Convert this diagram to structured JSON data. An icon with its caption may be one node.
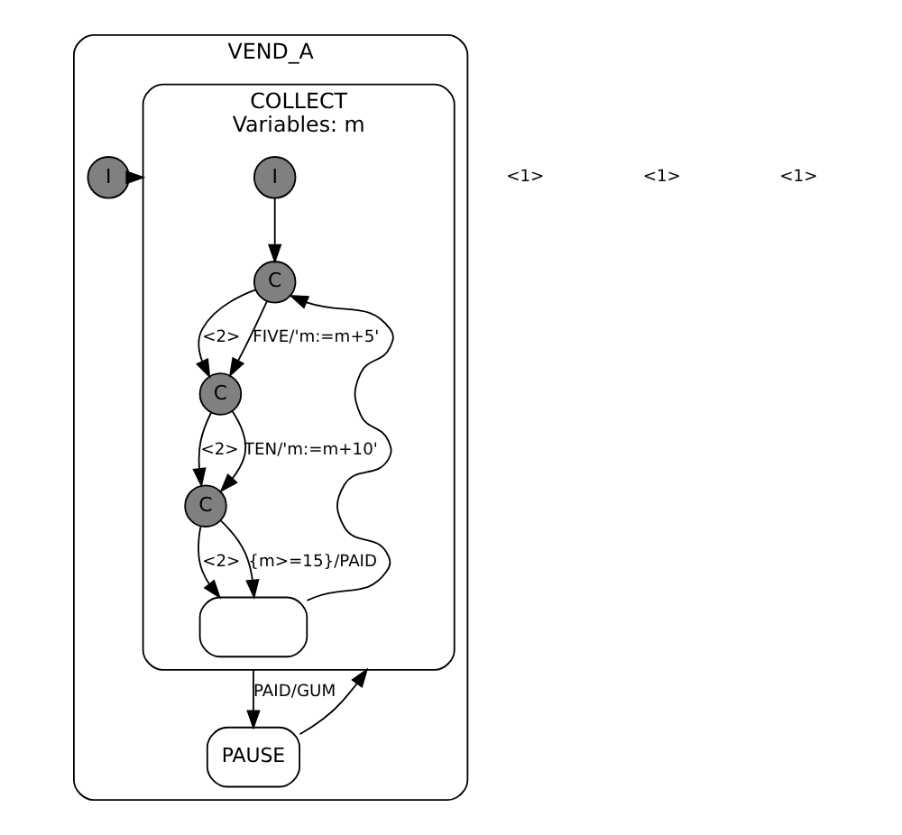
{
  "diagram": {
    "nodes": [
      {
        "text": [
          "VEND_A"
        ]
      },
      {
        "text": [
          "COLLECT",
          "Variables: m"
        ],
        "in": 0
      },
      {
        "text": [
          "I"
        ],
        "in": 0
      },
      {
        "text": [
          "I"
        ],
        "in": 1
      },
      {
        "text": [
          "C"
        ],
        "in": 1
      },
      {
        "text": [
          "C"
        ],
        "in": 1
      },
      {
        "text": [
          "C"
        ],
        "in": 1
      },
      {
        "text": [],
        "shape": "box",
        "in": 1
      },
      {
        "text": [
          "PAUSE"
        ],
        "in": 0
      }
    ],
    "edges": [
      {
        "from": 2,
        "to": 1,
        "arrow": "to"
      },
      {
        "from": 1,
        "to": 8,
        "arrow": "to",
        "label": "PAID/GUM"
      },
      {
        "from": 8,
        "to": 1,
        "arrow": "to"
      },
      {
        "from": 3,
        "to": 4,
        "arrow": "to"
      },
      {
        "from": 4,
        "to": 5,
        "arrow": "to",
        "label": "<2>"
      },
      {
        "from": 4,
        "to": 5,
        "arrow": "to",
        "label": "FIVE/'m:=m+5'"
      },
      {
        "from": 5,
        "to": 6,
        "arrow": "to",
        "label": "<2>"
      },
      {
        "from": 5,
        "to": 6,
        "arrow": "to",
        "label": "TEN/'m:=m+10'"
      },
      {
        "from": 6,
        "to": 7,
        "arrow": "to",
        "label": "<2>"
      },
      {
        "from": 6,
        "to": 7,
        "arrow": "to",
        "label": "{m>=15}/PAID"
      },
      {
        "from": 7,
        "to": 4,
        "arrow": "to"
      }
    ],
    "labels": [
      "<1>",
      "<1>",
      "<1>"
    ]
  }
}
